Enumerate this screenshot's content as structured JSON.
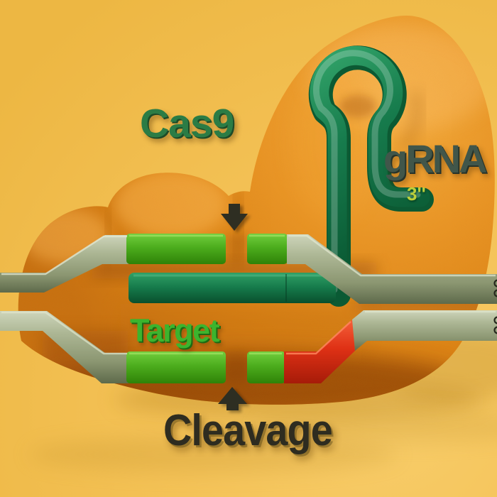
{
  "labels": {
    "cas9": "Cas9",
    "grna": "gRNA",
    "three_prime": "3''",
    "target": "Target",
    "cleavage": "Cleavage"
  },
  "colors": {
    "background_yellow": "#f2bf52",
    "cas9_protein_orange": "#e28c1b",
    "grna_tube_green": "#15794a",
    "grna_hybrid_teal": "#15794a",
    "dna_strand_gray": "#a8b290",
    "target_segment_green": "#4cad1d",
    "cleavage_segment_red": "#e03317",
    "cas9_label_green": "#2b7c45",
    "grna_label_green": "#41564a",
    "target_label_green": "#3cb42e",
    "three_prime_label_yellow_green": "#bccf3a",
    "annotation_dark": "#2e2c20"
  }
}
